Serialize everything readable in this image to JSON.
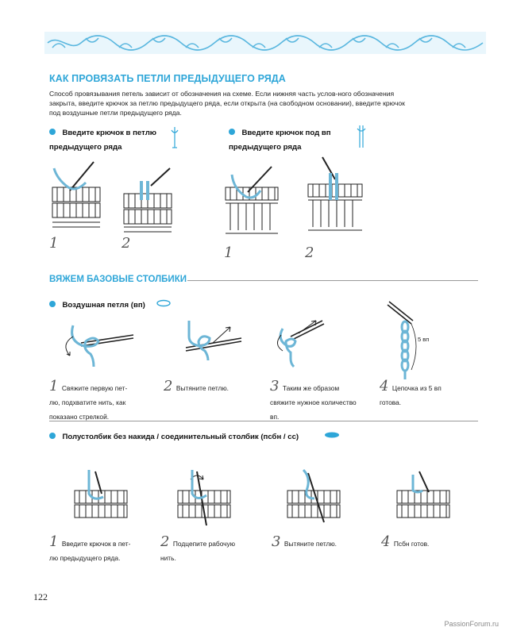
{
  "section1": {
    "title": "КАК ПРОВЯЗАТЬ ПЕТЛИ ПРЕДЫДУЩЕГО РЯДА",
    "intro": "Способ провязывания петель зависит от обозначения на схеме. Если нижняя часть услов-ного обозначения закрыта, введите крючок за петлю предыдущего ряда, если открыта (на свободном основании), введите крючок под воздушные петли предыдущего ряда.",
    "left": {
      "heading_line1": "Введите крючок в петлю",
      "heading_line2": "предыдущего ряда",
      "steps": [
        "1",
        "2"
      ]
    },
    "right": {
      "heading_line1": "Введите крючок под вп",
      "heading_line2": "предыдущего ряда",
      "steps": [
        "1",
        "2"
      ]
    }
  },
  "section2": {
    "title": "ВЯЖЕМ БАЗОВЫЕ СТОЛБИКИ",
    "chain": {
      "heading": "Воздушная петля (вп)",
      "label_5vp": "5 вп",
      "steps": [
        {
          "num": "1",
          "text_l1": "Свяжите первую пет-",
          "text_l2": "лю, подхватите нить, как",
          "text_l3": "показано стрелкой."
        },
        {
          "num": "2",
          "text_l1": "Вытяните петлю.",
          "text_l2": "",
          "text_l3": ""
        },
        {
          "num": "3",
          "text_l1": "Таким же образом",
          "text_l2": "свяжите нужное количество",
          "text_l3": "вп."
        },
        {
          "num": "4",
          "text_l1": "Цепочка из 5 вп",
          "text_l2": "готова.",
          "text_l3": ""
        }
      ]
    },
    "slip": {
      "heading": "Полустолбик без накида / соединительный столбик (псбн / сс)",
      "steps": [
        {
          "num": "1",
          "text_l1": "Введите крючок в пет-",
          "text_l2": "лю предыдущего ряда."
        },
        {
          "num": "2",
          "text_l1": "Подцепите рабочую",
          "text_l2": "нить."
        },
        {
          "num": "3",
          "text_l1": "Вытяните петлю.",
          "text_l2": ""
        },
        {
          "num": "4",
          "text_l1": "Псбн готов.",
          "text_l2": ""
        }
      ]
    }
  },
  "page_number": "122",
  "watermark": "PassionForum.ru",
  "colors": {
    "accent": "#2ea6d8",
    "yarn": "#6db6d6"
  }
}
